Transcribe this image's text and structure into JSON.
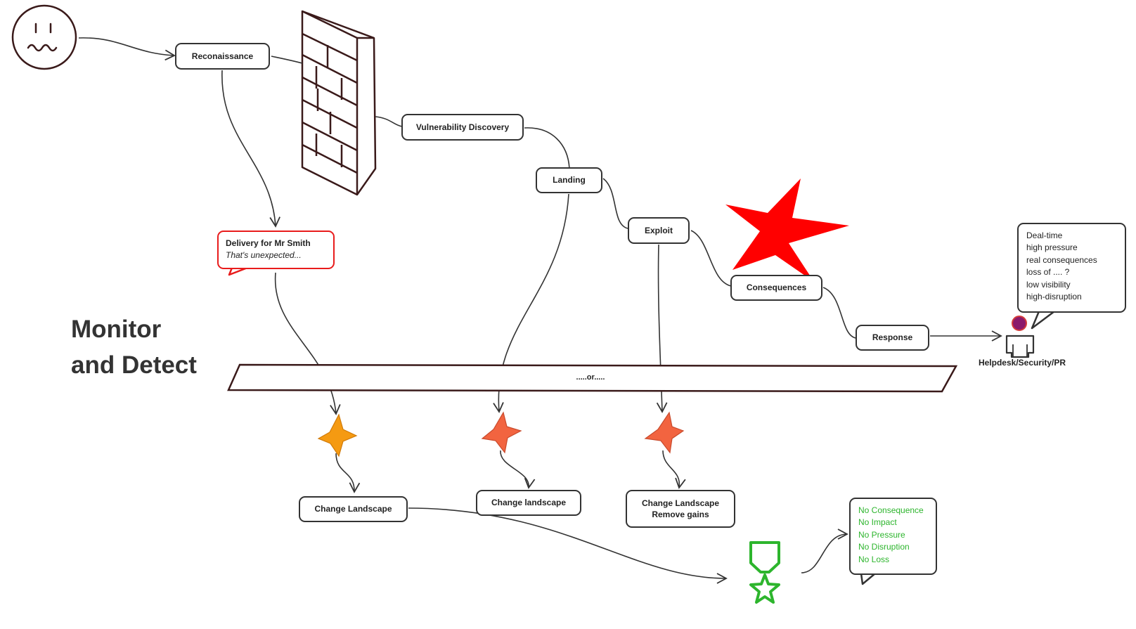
{
  "title": {
    "line1": "Monitor",
    "line2": "and Detect"
  },
  "steps": {
    "reconaissance": "Reconaissance",
    "vulnerability_discovery": "Vulnerability Discovery",
    "landing": "Landing",
    "exploit": "Exploit",
    "consequences": "Consequences",
    "response": "Response"
  },
  "delivery": {
    "title": "Delivery for Mr Smith",
    "subtitle": "That's unexpected..."
  },
  "pressure_callout": {
    "lines": [
      "Deal-time",
      "high pressure",
      "real consequences",
      "loss of .... ?",
      "low visibility",
      "high-disruption"
    ]
  },
  "person_label": "Helpdesk/Security/PR",
  "detection_bar_label": ".....or.....",
  "outcomes": {
    "change_1": "Change Landscape",
    "change_2": "Change landscape",
    "change_3_line1": "Change Landscape",
    "change_3_line2": "Remove gains"
  },
  "success_callout": {
    "lines": [
      "No Consequence",
      "No Impact",
      "No Pressure",
      "No Disruption",
      "No Loss"
    ]
  },
  "colors": {
    "stroke": "#333333",
    "firewall": "#3a1a1a",
    "alert_red": "#ff0000",
    "delivery_border": "#e81c1c",
    "star_orange": "#f59a12",
    "star_coral": "#f26440",
    "success_green": "#2db52d",
    "person_head": "#8b1a6b"
  },
  "icons": {
    "start": "worried-face-icon",
    "barrier": "firewall-icon",
    "impact": "red-star-icon",
    "detect": "star-icon",
    "user": "person-icon",
    "success": "medal-icon"
  }
}
